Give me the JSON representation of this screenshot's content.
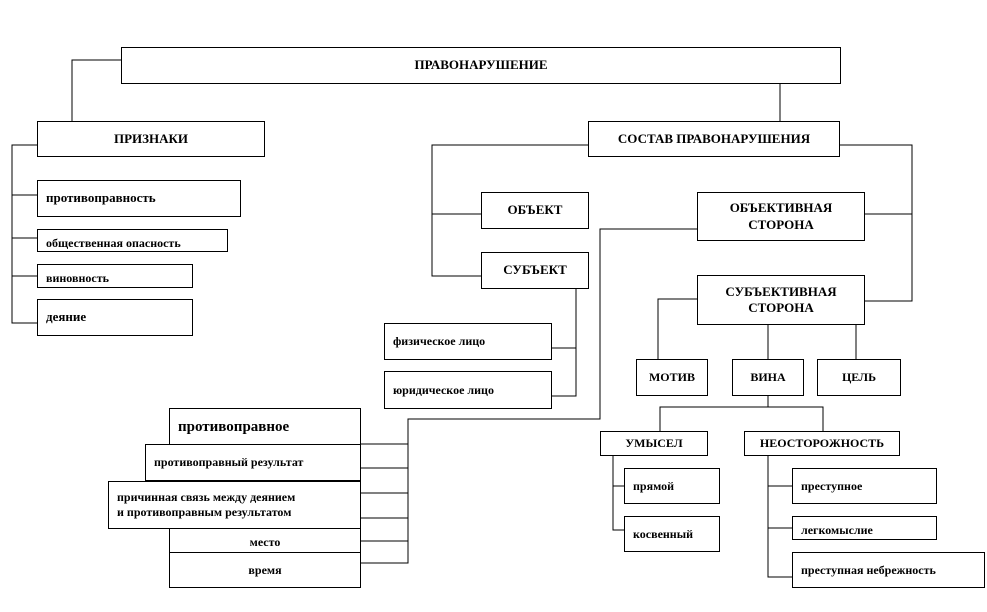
{
  "root": "ПРАВОНАРУШЕНИЕ",
  "signs": {
    "title": "ПРИЗНАКИ",
    "items": [
      "противоправность",
      "общественная опасность",
      "виновность",
      "деяние"
    ]
  },
  "composition": {
    "title": "СОСТАВ ПРАВОНАРУШЕНИЯ",
    "object": "ОБЪЕКТ",
    "subject": "СУБЪЕКТ",
    "subject_items": [
      "физическое лицо",
      "юридическое лицо"
    ],
    "objective_side": [
      "ОБЪЕКТИВНАЯ",
      "СТОРОНА"
    ],
    "subjective_side": [
      "СУБЪЕКТИВНАЯ",
      "СТОРОНА"
    ]
  },
  "objective_items": {
    "heading": "противоправное",
    "items": [
      "противоправный результат",
      "причинная связь между деянием",
      "и противоправным результатом",
      "место",
      "время"
    ]
  },
  "subjective_items": {
    "motive": "МОТИВ",
    "guilt": "ВИНА",
    "goal": "ЦЕЛЬ",
    "intent": "УМЫСЕЛ",
    "intent_items": [
      "прямой",
      "косвенный"
    ],
    "negligence": "НЕОСТОРОЖНОСТЬ",
    "negligence_items": [
      "преступное",
      "легкомыслие",
      "преступная небрежность"
    ]
  }
}
